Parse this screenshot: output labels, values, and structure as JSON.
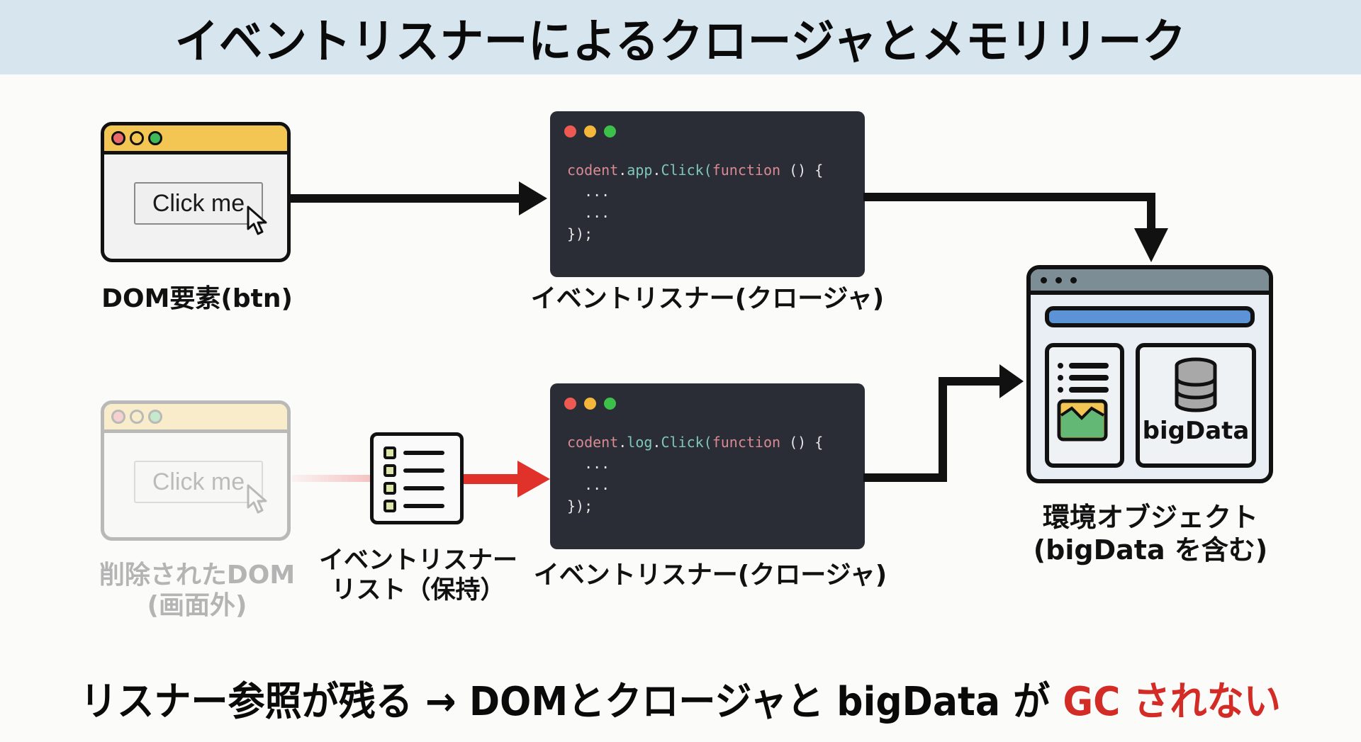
{
  "header": {
    "title": "イベントリスナーによるクロージャとメモリリーク"
  },
  "top_row": {
    "dom": {
      "button_label": "Click me",
      "caption": "DOM要素(btn)"
    },
    "code": {
      "line1": {
        "obj": "codent",
        "dot1": ".",
        "member": "app",
        "dot2": ".",
        "method": "Click(",
        "keyword": "function",
        "rest": " () {"
      },
      "line2": "  ...",
      "line3": "  ...",
      "line4": "});",
      "caption": "イベントリスナー(クロージャ)"
    }
  },
  "bottom_row": {
    "removed_dom": {
      "button_label": "Click me",
      "caption_line1": "削除されたDOM",
      "caption_line2": "(画面外)"
    },
    "listener_list": {
      "caption_line1": "イベントリスナー",
      "caption_line2": "リスト（保持）"
    },
    "code": {
      "line1": {
        "obj": "codent",
        "dot1": ".",
        "member": "log",
        "dot2": ".",
        "method": "Click(",
        "keyword": "function",
        "rest": " () {"
      },
      "line2": "  ...",
      "line3": "  ...",
      "line4": "});",
      "caption": "イベントリスナー(クロージャ)"
    }
  },
  "env_object": {
    "inner_label": "bigData",
    "caption_line1": "環境オブジェクト",
    "caption_line2": "(bigData を含む)"
  },
  "footer": {
    "text_main": "リスナー参照が残る → DOMとクロージャと bigData が ",
    "text_highlight": "GC されない"
  },
  "colors": {
    "header_bg": "#d6e5ee",
    "highlight_red": "#d32b25",
    "arrow_red": "#e0312a",
    "code_bg": "#2a2d35",
    "traffic_red": "#ee5a52",
    "traffic_yellow": "#f4b73a",
    "traffic_green": "#3dc04a"
  }
}
